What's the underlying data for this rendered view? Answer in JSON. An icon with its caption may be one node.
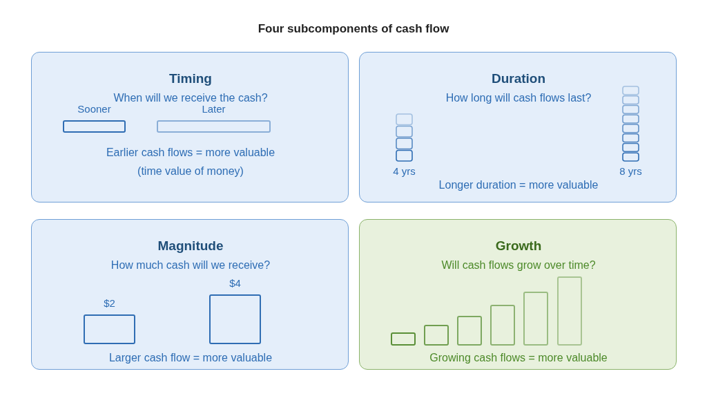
{
  "diagram": {
    "title": "Four subcomponents of cash flow",
    "nodes": [
      {
        "text": [
          "Timing",
          "When will we receive the cash?",
          "Earlier cash flows = more valuable",
          "(time value of money)"
        ]
      },
      {
        "text": [
          "Sooner"
        ],
        "in": 0
      },
      {
        "text": [
          "Later"
        ],
        "in": 0
      },
      {
        "text": [
          "Duration",
          "How long will cash flows last?",
          "Longer duration = more valuable"
        ]
      },
      {
        "text": [
          "4 yrs"
        ],
        "in": 3
      },
      {
        "text": [
          "8 yrs"
        ],
        "in": 3
      },
      {
        "text": [
          "Magnitude",
          "How much cash will we receive?",
          "Larger cash flow = more valuable"
        ]
      },
      {
        "text": [
          "$2"
        ],
        "in": 6
      },
      {
        "text": [
          "$4"
        ],
        "in": 6
      },
      {
        "text": [
          "Growth",
          "Will cash flows grow over time?",
          "Growing cash flows = more valuable"
        ]
      },
      {
        "text": [],
        "shape": "bar",
        "in": 9
      },
      {
        "text": [],
        "shape": "bar",
        "in": 9
      },
      {
        "text": [],
        "shape": "bar",
        "in": 9
      },
      {
        "text": [],
        "shape": "bar",
        "in": 9
      },
      {
        "text": [],
        "shape": "bar",
        "in": 9
      },
      {
        "text": [],
        "shape": "bar",
        "in": 9
      }
    ]
  }
}
